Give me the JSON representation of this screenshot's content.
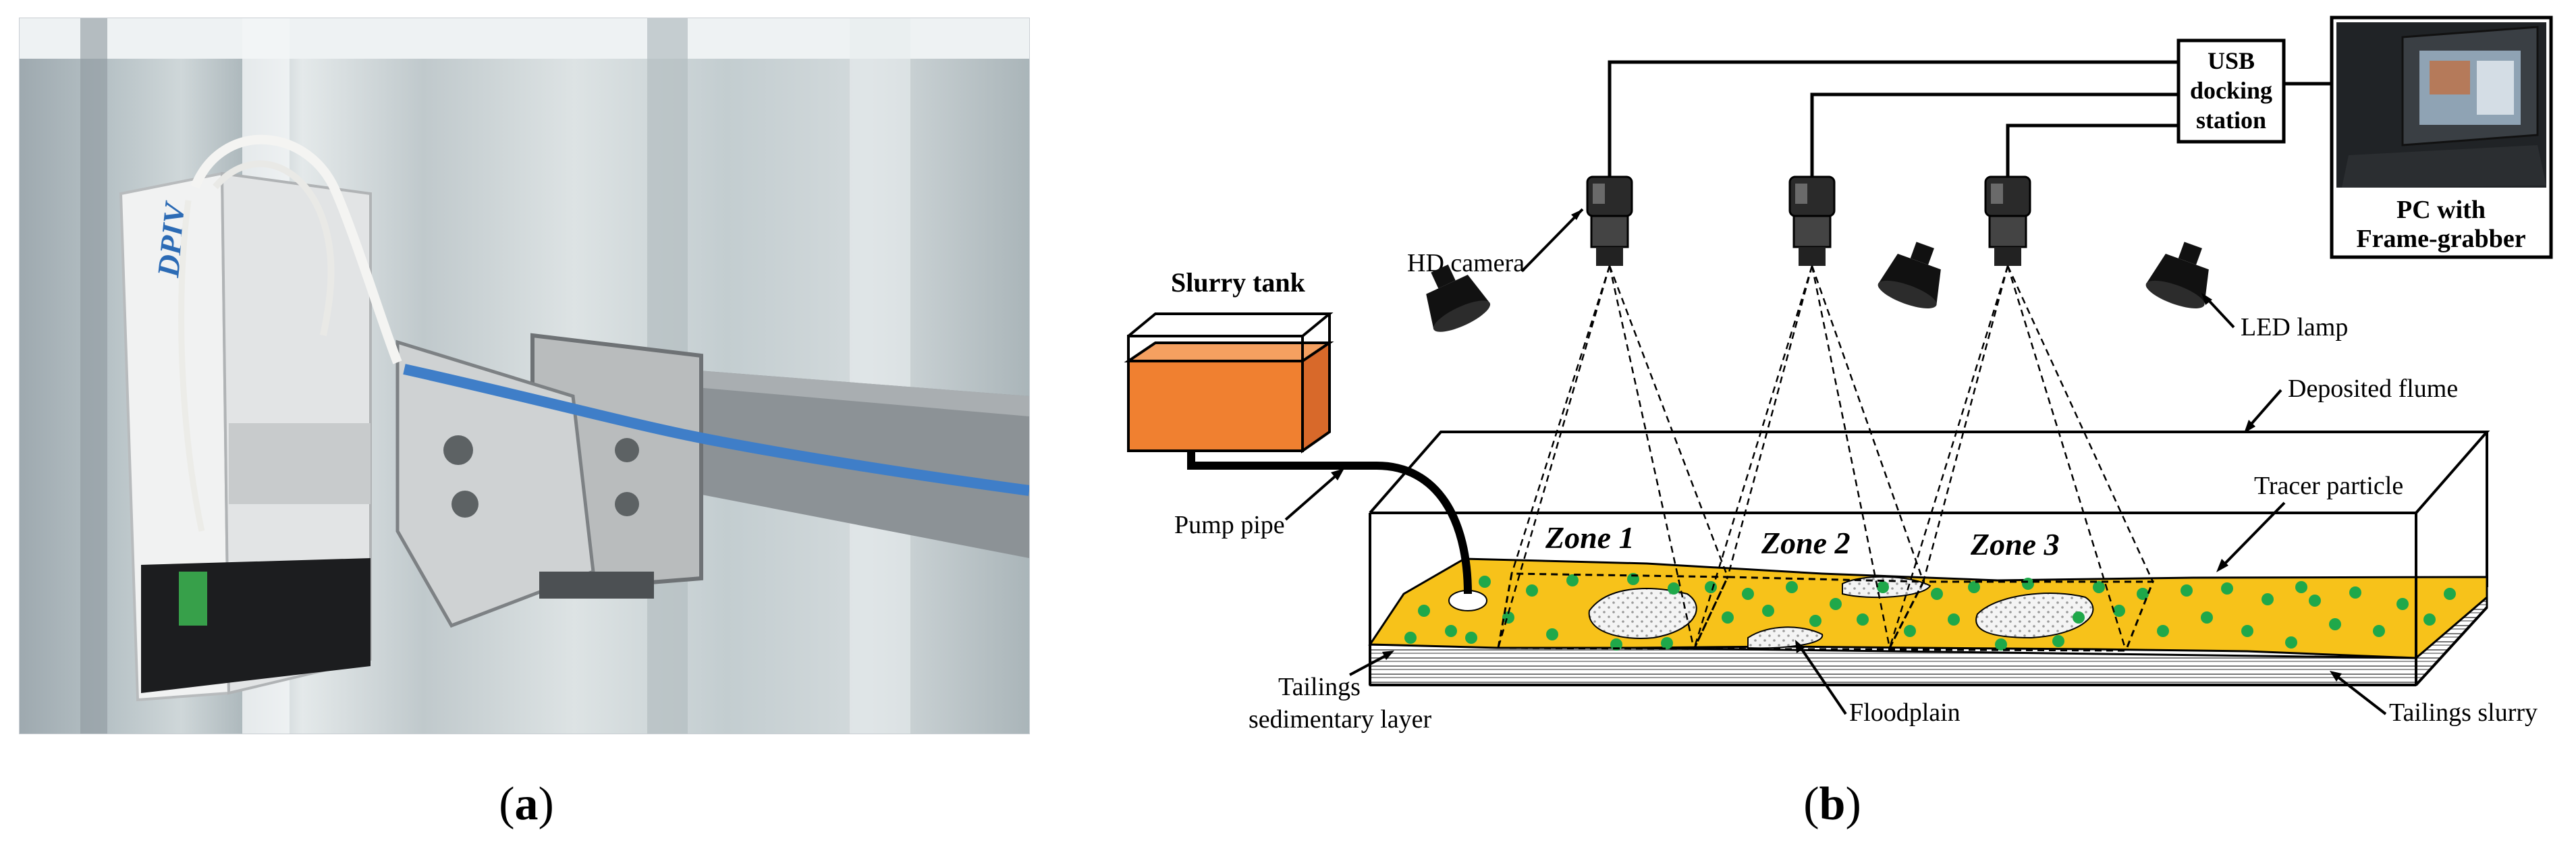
{
  "figure": {
    "panel_a": {
      "caption_letter": "a",
      "photo_label": "DPIV"
    },
    "panel_b": {
      "caption_letter": "b",
      "labels": {
        "usb_line1": "USB",
        "usb_line2": "docking",
        "usb_line3": "station",
        "pc_line1": "PC with",
        "pc_line2": "Frame-grabber",
        "hd_camera": "HD camera",
        "slurry_tank": "Slurry tank",
        "led_lamp": "LED lamp",
        "deposited_flume": "Deposited flume",
        "tracer_particle": "Tracer particle",
        "pump_pipe": "Pump pipe",
        "zone1": "Zone 1",
        "zone2": "Zone 2",
        "zone3": "Zone 3",
        "tailings_sed_line1": "Tailings",
        "tailings_sed_line2": "sedimentary layer",
        "floodplain": "Floodplain",
        "tailings_slurry": "Tailings slurry"
      },
      "colors": {
        "slurry": "#f7c21a",
        "tracer": "#1fa84a",
        "tank_fluid": "#f08030",
        "lines": "#000000"
      }
    }
  }
}
